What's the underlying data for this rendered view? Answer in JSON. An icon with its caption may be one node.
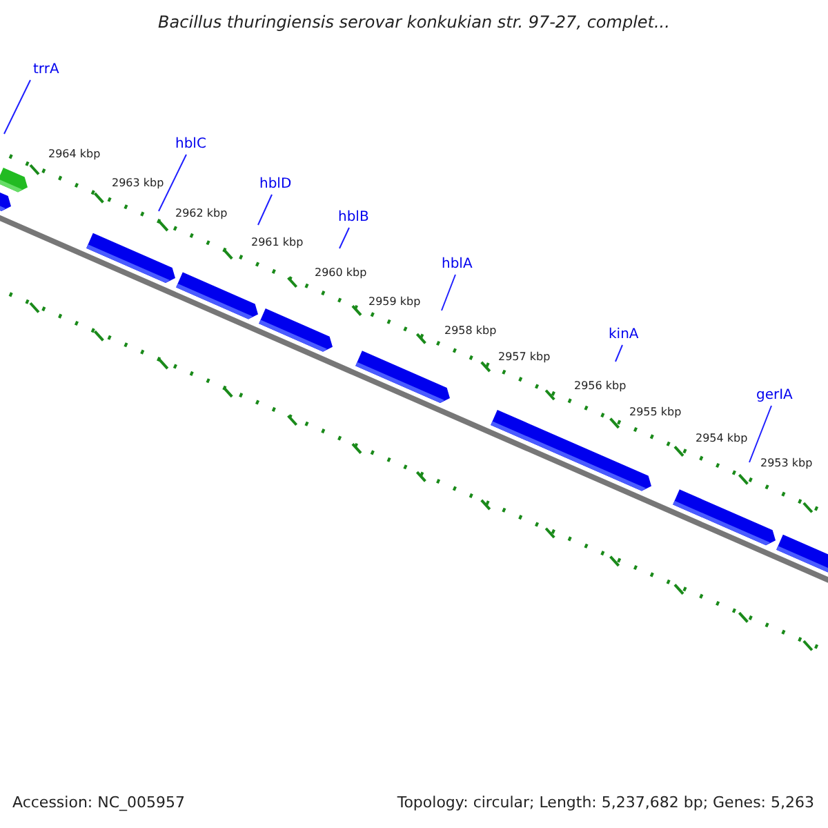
{
  "diagram": {
    "title": "Bacillus thuringiensis serovar konkukian str. 97-27, complet...",
    "nodes": [
      {
        "text": [
          "trrA"
        ]
      },
      {
        "text": [
          "hblC"
        ]
      },
      {
        "text": [
          "hblD"
        ]
      },
      {
        "text": [
          "hblB"
        ]
      },
      {
        "text": [
          "hblA"
        ]
      },
      {
        "text": [
          "kinA"
        ]
      },
      {
        "text": [
          "gerIA"
        ]
      }
    ],
    "edges": [
      {
        "from": 0,
        "to": null,
        "arrow": "none"
      },
      {
        "from": 1,
        "to": null,
        "arrow": "none"
      },
      {
        "from": 2,
        "to": null,
        "arrow": "none"
      },
      {
        "from": 3,
        "to": null,
        "arrow": "none"
      },
      {
        "from": 4,
        "to": null,
        "arrow": "none"
      },
      {
        "from": 5,
        "to": null,
        "arrow": "none"
      },
      {
        "from": 6,
        "to": null,
        "arrow": "none"
      }
    ],
    "labels": [
      "2964 kbp",
      "2963 kbp",
      "2962 kbp",
      "2961 kbp",
      "2960 kbp",
      "2959 kbp",
      "2958 kbp",
      "2957 kbp",
      "2956 kbp",
      "2955 kbp",
      "2954 kbp",
      "2953 kbp",
      "Accession: NC_005957",
      "Topology: circular; Length: 5,237,682 bp; Genes: 5,263"
    ]
  }
}
